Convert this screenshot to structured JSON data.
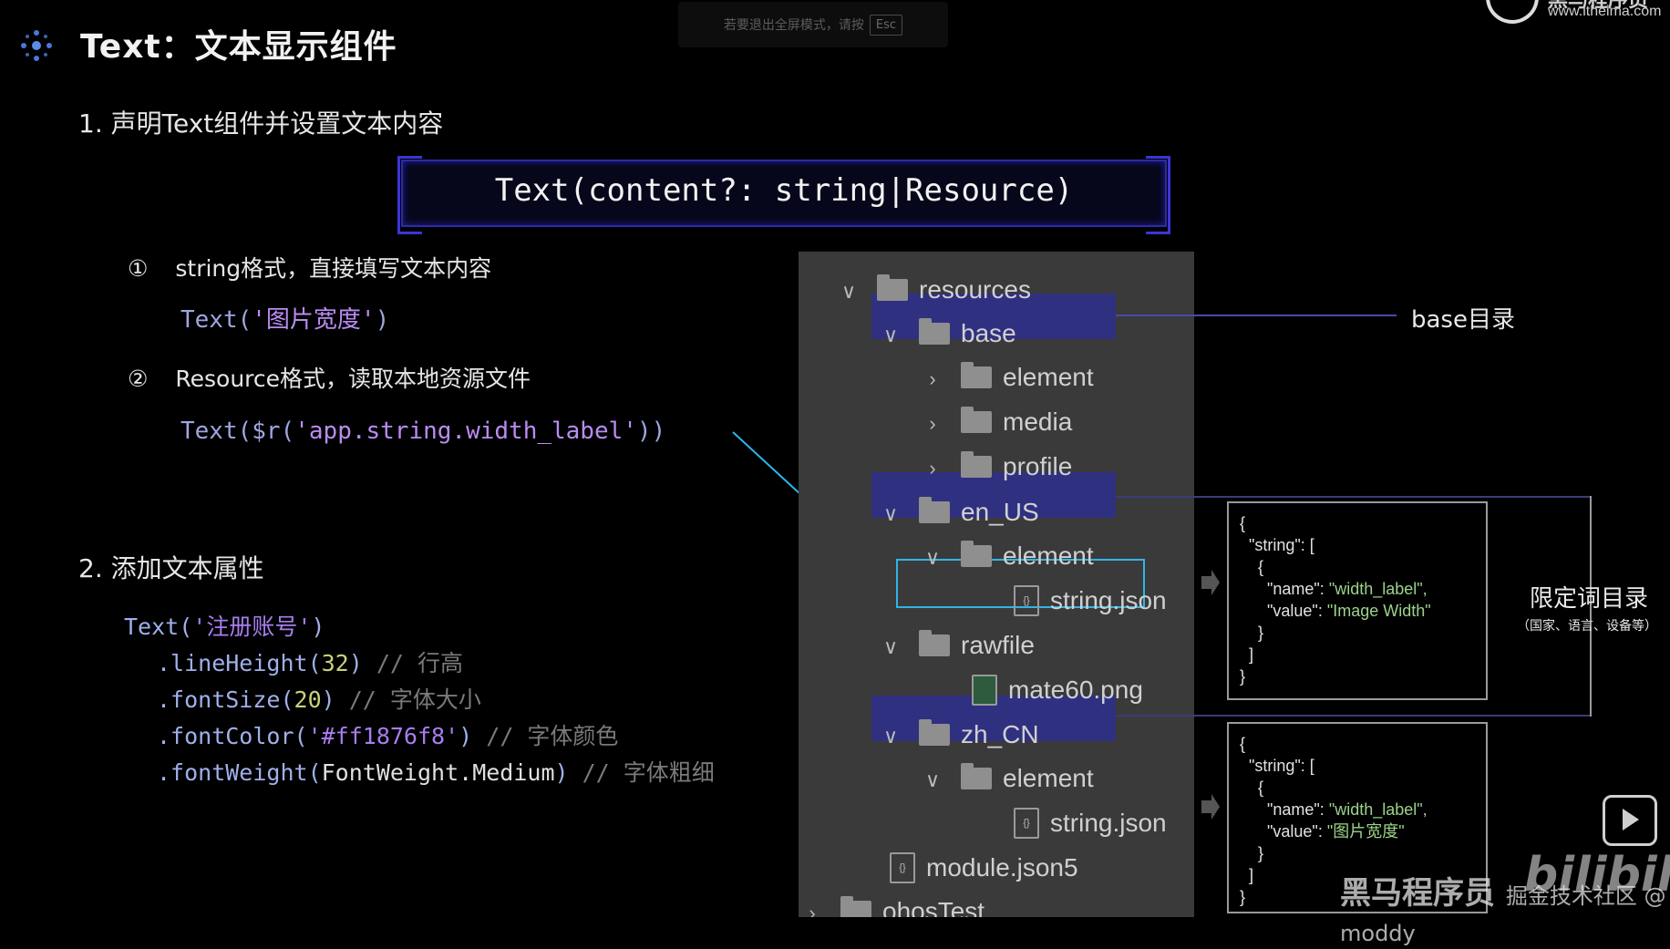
{
  "header": {
    "title": "Text：文本显示组件",
    "esc_text": "若要退出全屏模式，请按",
    "esc_key": "Esc",
    "brand_url": "www.itheima.com",
    "brand_name": "黑马程序员"
  },
  "section1": {
    "heading": "1. 声明Text组件并设置文本内容",
    "signature": "Text(content?: string|Resource)",
    "item1": {
      "marker": "①",
      "label": "string格式，直接填写文本内容",
      "code_fn": "Text(",
      "code_str": "'图片宽度'",
      "code_end": ")"
    },
    "item2": {
      "marker": "②",
      "label": "Resource格式，读取本地资源文件",
      "code_fn": "Text($r(",
      "code_str": "'app.string.width_label'",
      "code_end": "))"
    }
  },
  "section2": {
    "heading": "2. 添加文本属性",
    "lines": [
      {
        "fn": "Text(",
        "arg": "'注册账号'",
        "end": ")",
        "comment": ""
      },
      {
        "fn": ".lineHeight(",
        "arg": "32",
        "end": ")",
        "comment": "// 行高"
      },
      {
        "fn": ".fontSize(",
        "arg": "20",
        "end": ")",
        "comment": "// 字体大小"
      },
      {
        "fn": ".fontColor(",
        "arg": "'#ff1876f8'",
        "end": ")",
        "comment": "// 字体颜色"
      },
      {
        "fn": ".fontWeight(",
        "arg": "FontWeight.Medium",
        "end": ")",
        "comment": "// 字体粗细"
      }
    ]
  },
  "tree": {
    "items": [
      {
        "label": "resources",
        "chevron": "∨",
        "kind": "folder"
      },
      {
        "label": "base",
        "chevron": "∨",
        "kind": "folder"
      },
      {
        "label": "element",
        "chevron": "›",
        "kind": "folder"
      },
      {
        "label": "media",
        "chevron": "›",
        "kind": "folder"
      },
      {
        "label": "profile",
        "chevron": "›",
        "kind": "folder"
      },
      {
        "label": "en_US",
        "chevron": "∨",
        "kind": "folder"
      },
      {
        "label": "element",
        "chevron": "∨",
        "kind": "folder"
      },
      {
        "label": "string.json",
        "chevron": "",
        "kind": "json"
      },
      {
        "label": "rawfile",
        "chevron": "∨",
        "kind": "folder"
      },
      {
        "label": "mate60.png",
        "chevron": "",
        "kind": "image"
      },
      {
        "label": "zh_CN",
        "chevron": "∨",
        "kind": "folder"
      },
      {
        "label": "element",
        "chevron": "∨",
        "kind": "folder"
      },
      {
        "label": "string.json",
        "chevron": "",
        "kind": "json"
      },
      {
        "label": "module.json5",
        "chevron": "",
        "kind": "json"
      },
      {
        "label": "ohosTest",
        "chevron": "›",
        "kind": "folder"
      }
    ]
  },
  "annotations": {
    "base_label": "base目录",
    "qualifier_label": "限定词目录",
    "qualifier_sub": "（国家、语言、设备等）",
    "json_en": {
      "open": "{",
      "string_key": "  \"string\": [",
      "obj_open": "    {",
      "name_key": "      \"name\": ",
      "name_val": "\"width_label\",",
      "value_key": "      \"value\": ",
      "value_val": "\"Image Width\"",
      "obj_close": "    }",
      "arr_close": "  ]",
      "close": "}"
    },
    "json_zh": {
      "open": "{",
      "string_key": "  \"string\": [",
      "obj_open": "    {",
      "name_key": "      \"name\": ",
      "name_val": "\"width_label\",",
      "value_key": "      \"value\": ",
      "value_val": "\"图片宽度\"",
      "obj_close": "    }",
      "arr_close": "  ]",
      "close": "}"
    }
  },
  "watermark": {
    "text": "黑马程序员",
    "overlay": "掘金技术社区 @ moddy",
    "site": "bilibili"
  },
  "colors": {
    "background": "#000000",
    "tree_bg": "#3a3a3a",
    "highlight": "#30308a",
    "accent_line": "#2fb5e9",
    "json_value": "#9bd38a"
  }
}
